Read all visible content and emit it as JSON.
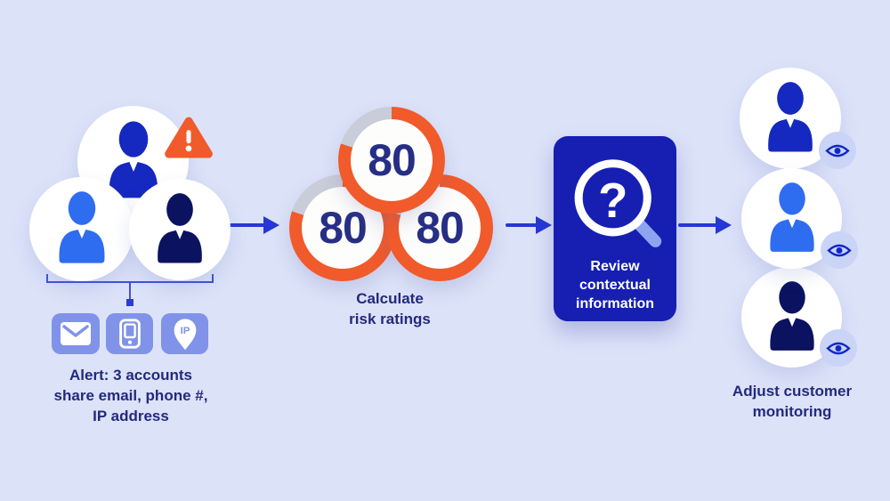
{
  "colors": {
    "background": "#dce2f8",
    "arrow": "#2737d3",
    "orange": "#f15a2b",
    "gauge_track": "#c9cdd9",
    "navy_text": "#222a7d",
    "tile": "#8093e8",
    "box_bg": "#161fb2",
    "badge_bg": "#c9d4f6",
    "eye": "#1128c6",
    "bracket": "#4152d6",
    "magnifier_handle": "#8ea4f0",
    "person_royal": "#1528c0",
    "person_bright": "#2e6cf0",
    "person_navy": "#0b1260"
  },
  "alert_group": {
    "caption": "Alert: 3 accounts\nshare email, phone #,\nIP address",
    "warning_icon": "warning-triangle",
    "ip_pin_label": "IP",
    "members": [
      {
        "id": "user-top",
        "color": "#1528c0"
      },
      {
        "id": "user-left",
        "color": "#2e6cf0"
      },
      {
        "id": "user-right",
        "color": "#0b1260"
      }
    ],
    "shared_attribute_icons": [
      "email-icon",
      "phone-icon",
      "ip-pin-icon"
    ]
  },
  "risk_group": {
    "caption": "Calculate\nrisk ratings",
    "gauges": [
      {
        "value": "80",
        "percent": 80
      },
      {
        "value": "80",
        "percent": 80
      },
      {
        "value": "80",
        "percent": 80
      }
    ]
  },
  "review_box": {
    "icon_glyph": "?",
    "caption": "Review\ncontextual\ninformation"
  },
  "monitor_group": {
    "caption": "Adjust customer\nmonitoring",
    "customers": [
      {
        "id": "customer-top",
        "color": "#1528c0"
      },
      {
        "id": "customer-middle",
        "color": "#2e6cf0"
      },
      {
        "id": "customer-bottom",
        "color": "#0b1260"
      }
    ]
  }
}
